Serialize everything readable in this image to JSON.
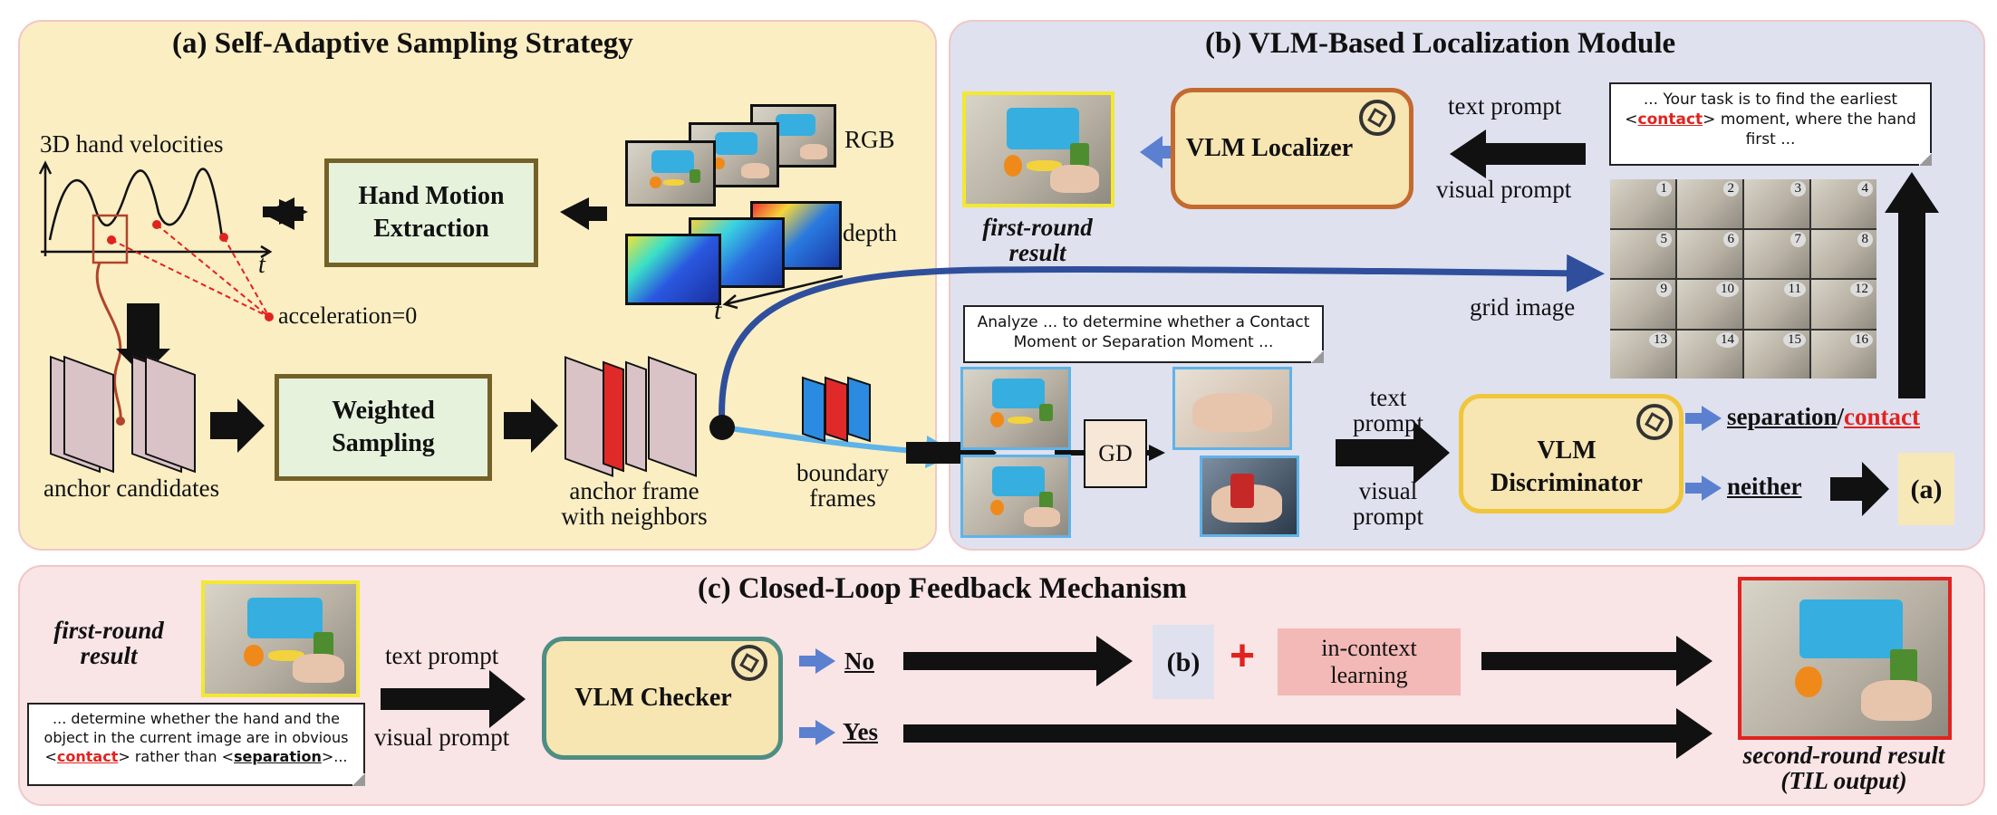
{
  "panel_a": {
    "title": "(a) Self-Adaptive Sampling Strategy",
    "velocity_label": "3D hand velocities",
    "t_axis": "t",
    "acceleration_label": "acceleration=0",
    "hand_motion": "Hand Motion Extraction",
    "rgb_label": "RGB",
    "depth_label": "depth",
    "t_label": "t",
    "weighted_sampling": "Weighted Sampling",
    "anchor_candidates": "anchor candidates",
    "anchor_frame": "anchor frame with neighbors",
    "boundary_frames": "boundary frames"
  },
  "panel_b": {
    "title": "(b) VLM-Based Localization Module",
    "localizer": "VLM Localizer",
    "text_prompt": "text prompt",
    "visual_prompt": "visual prompt",
    "first_round": "first-round result",
    "prompt_note_1": "... Your task is to find the earliest",
    "prompt_note_kw": "contact",
    "prompt_note_2": "moment, where the hand first ...",
    "grid_label": "grid image",
    "grid_numbers": [
      "1",
      "2",
      "3",
      "4",
      "5",
      "6",
      "7",
      "8",
      "9",
      "10",
      "11",
      "12",
      "13",
      "14",
      "15",
      "16"
    ],
    "analyze_note": "Analyze ... to determine whether a Contact Moment or Separation Moment ...",
    "gd": "GD",
    "text_prompt2": "text prompt",
    "visual_prompt2": "visual prompt",
    "discriminator": "VLM Discriminator",
    "separation": "separation",
    "slash": "/",
    "contact": "contact",
    "neither": "neither",
    "goto_a": "(a)"
  },
  "panel_c": {
    "title": "(c) Closed-Loop Feedback  Mechanism",
    "first_round": "first-round result",
    "text_prompt": "text prompt",
    "visual_prompt": "visual prompt",
    "checker": "VLM Checker",
    "no": "No",
    "yes": "Yes",
    "goto_b": "(b)",
    "plus": "+",
    "icl": "in-context learning",
    "note_1": "... determine whether the hand and the object in the current image are in obvious",
    "note_contact": "contact",
    "note_mid": "rather than",
    "note_sep": "separation",
    "note_end": "...",
    "second_round": "second-round result (TIL output)"
  },
  "colors": {
    "panel_a_bg": "#fbeec3",
    "panel_b_bg": "#dfe1ef",
    "panel_c_bg": "#f9e4e6",
    "arrow_blue": "#5b80d0",
    "accent_red": "#e0231f"
  }
}
